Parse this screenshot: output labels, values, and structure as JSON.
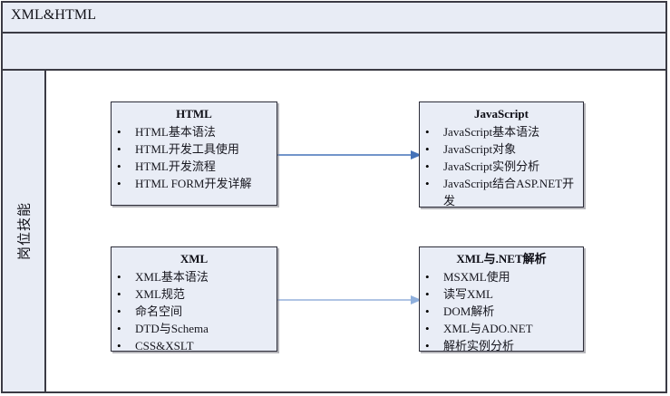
{
  "header": {
    "title": "XML&HTML",
    "band_text": ""
  },
  "sidebar": {
    "vertical_label": "岗位技能"
  },
  "colors": {
    "frame_border": "#3b3b44",
    "header_fill": "#e8ecf5",
    "box_fill": "#e9edf6",
    "box_border": "#2c2c38",
    "arrow_primary": "#4472b8",
    "arrow_secondary": "#a5bce0",
    "canvas": "#ffffff"
  },
  "boxes": [
    {
      "id": "html",
      "title": "HTML",
      "bullet": "•",
      "items": [
        "HTML基本语法",
        "HTML开发工具使用",
        "HTML开发流程",
        "HTML FORM开发详解"
      ]
    },
    {
      "id": "javascript",
      "title": "JavaScript",
      "bullet": "•",
      "items": [
        "JavaScript基本语法",
        "JavaScript对象",
        "JavaScript实例分析",
        "JavaScript结合ASP.NET开发"
      ]
    },
    {
      "id": "xml",
      "title": "XML",
      "bullet": "•",
      "items": [
        "XML基本语法",
        "XML规范",
        "命名空间",
        "DTD与Schema",
        "CSS&XSLT"
      ]
    },
    {
      "id": "xml-net",
      "title": "XML与.NET解析",
      "bullet": "•",
      "items": [
        "MSXML使用",
        "读写XML",
        "DOM解析",
        "XML与ADO.NET",
        "解析实例分析"
      ]
    }
  ],
  "connectors": [
    {
      "id": "html-to-javascript",
      "label": ""
    },
    {
      "id": "xml-to-xml-net",
      "label": ""
    }
  ]
}
